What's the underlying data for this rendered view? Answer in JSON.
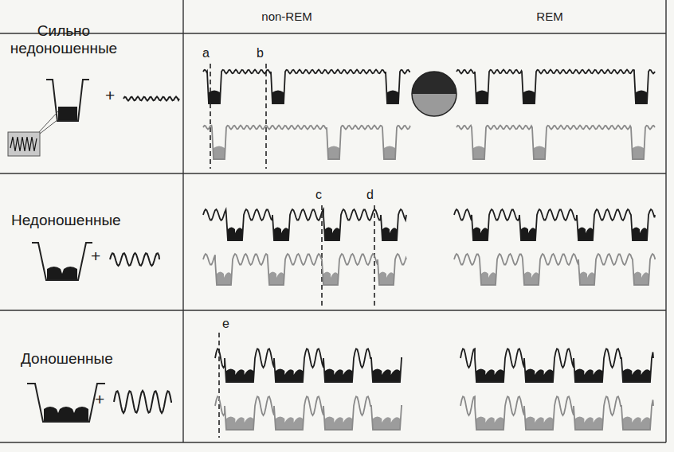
{
  "diagram": {
    "labels": [
      "non-REM",
      "REM",
      "Сильно недоношенные",
      "+",
      "Недоношенные",
      "+",
      "Доношенные",
      "+",
      "a",
      "b",
      "c",
      "d",
      "e"
    ]
  }
}
